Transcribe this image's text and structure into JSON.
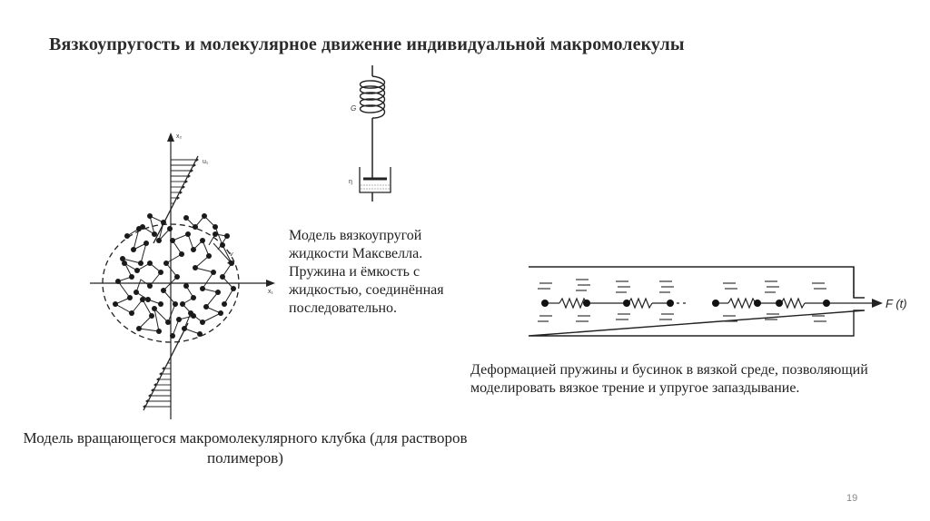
{
  "slide": {
    "title": "Вязкоупругость и молекулярное движение индивидуальной макромолекулы",
    "page_number": "19"
  },
  "maxwell": {
    "spring_label": "G",
    "dashpot_label": "η",
    "caption": "Модель вязкоупругой жидкости Максвелла. Пружина и ёмкость с жидкостью, соединённая последовательно."
  },
  "coil": {
    "axis_x": "x₁",
    "axis_y": "x₂",
    "velocity_label": "u₁",
    "vector_label": "v",
    "caption": "Модель вращающегося макромолекулярного клубка (для растворов полимеров)"
  },
  "beads": {
    "force_label": "F (t)",
    "caption": "Деформацией пружины и бусинок в вязкой среде, позволяющий моделировать вязкое трение и упругое запаздывание."
  }
}
